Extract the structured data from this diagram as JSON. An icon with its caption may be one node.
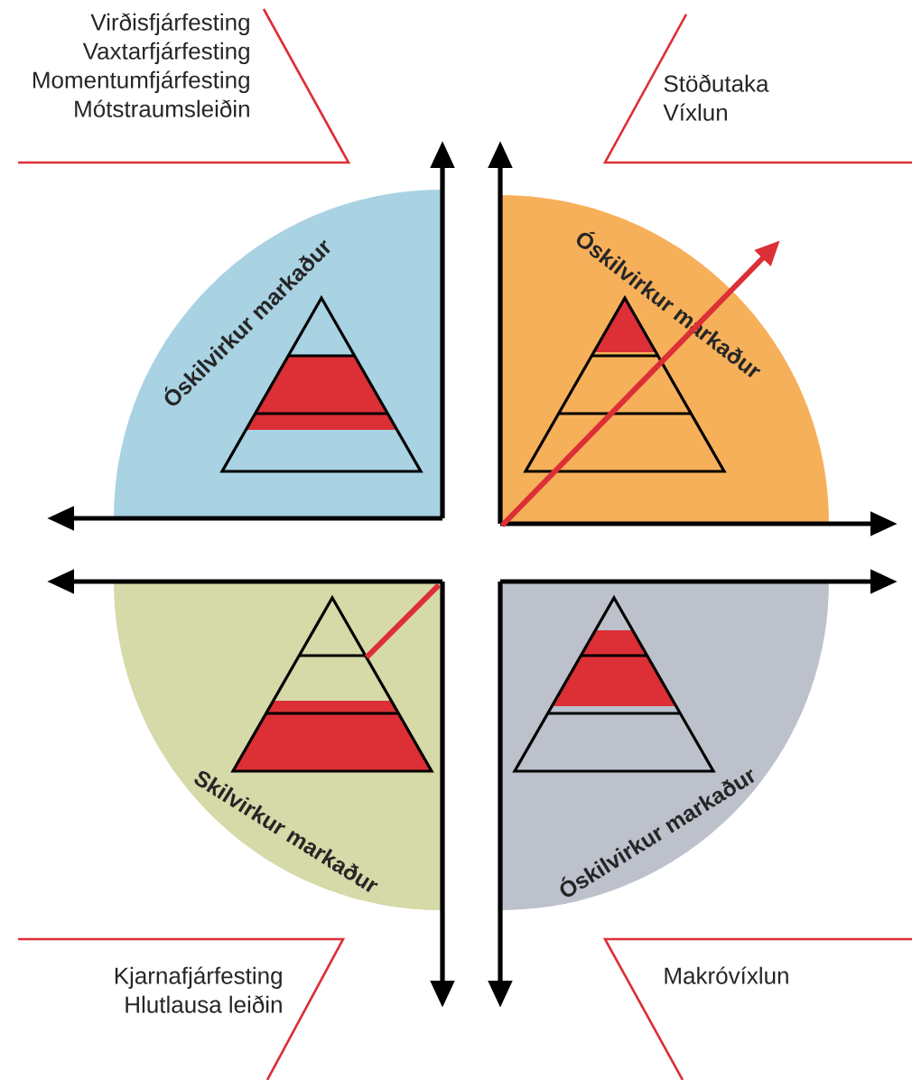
{
  "diagram": {
    "nodes": [
      {
        "text": [
          "Virðisfjárfesting",
          "Vaxtarfjárfesting",
          "Momentumfjárfesting",
          "Mótstraumsleiðin"
        ]
      },
      {
        "text": [
          "Stöðutaka",
          "Víxlun"
        ]
      },
      {
        "text": [
          "Óskilvirkur markaður"
        ]
      },
      {
        "text": [
          "Óskilvirkur markaður"
        ]
      },
      {
        "text": [
          "Skilvirkur markaður"
        ]
      },
      {
        "text": [
          "Óskilvirkur markaður"
        ]
      },
      {
        "text": [
          "Kjarnafjárfesting",
          "Hlutlausa leiðin"
        ]
      },
      {
        "text": [
          "Makróvíxlun"
        ]
      }
    ]
  }
}
